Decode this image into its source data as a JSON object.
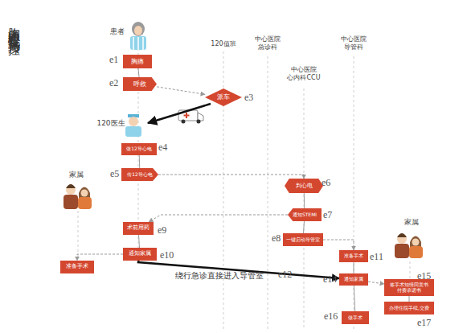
{
  "diagram": {
    "title": "胸痛中心流程优化与质控",
    "nodes": [
      {
        "text": [
          "胸痛"
        ]
      },
      {
        "text": [
          "呼救"
        ]
      },
      {
        "text": [
          "派车"
        ]
      },
      {
        "text": [
          "做12导心电"
        ]
      },
      {
        "text": [
          "传12导心电"
        ]
      },
      {
        "text": [
          "判心电"
        ]
      },
      {
        "text": [
          "通知STEMI"
        ]
      },
      {
        "text": [
          "一键启动导管室"
        ]
      },
      {
        "text": [
          "术前用药"
        ]
      },
      {
        "text": [
          "通知家属"
        ]
      },
      {
        "text": [
          "准备手术"
        ]
      },
      {
        "text": [
          "准备手术"
        ]
      },
      {
        "text": [
          "通知家属"
        ]
      },
      {
        "text": [
          "签手术知情同意书 付费承诺书"
        ]
      },
      {
        "text": [
          "办理住院手续,交费"
        ]
      },
      {
        "text": [
          "做手术"
        ]
      }
    ],
    "edges": [
      {
        "from": 0,
        "to": 1,
        "arrow": "none"
      },
      {
        "from": 1,
        "to": 2,
        "arrow": "to"
      },
      {
        "from": 3,
        "to": 4,
        "arrow": "none"
      },
      {
        "from": 4,
        "to": 5,
        "arrow": "to"
      },
      {
        "from": 5,
        "to": 6,
        "arrow": "none"
      },
      {
        "from": 6,
        "to": 8,
        "arrow": "to"
      },
      {
        "from": 6,
        "to": 7,
        "arrow": "none"
      },
      {
        "from": 7,
        "to": 11,
        "arrow": "to"
      },
      {
        "from": 8,
        "to": 9,
        "arrow": "none"
      },
      {
        "from": 9,
        "to": 10,
        "arrow": "to"
      },
      {
        "from": 11,
        "to": 12,
        "arrow": "none"
      },
      {
        "from": 12,
        "to": 13,
        "arrow": "to"
      },
      {
        "from": 13,
        "to": 14,
        "arrow": "none"
      },
      {
        "from": 12,
        "to": 15,
        "arrow": "none"
      },
      {
        "from": 9,
        "to": 12,
        "label": "绕行急诊直接进入导管室",
        "arrow": "to"
      }
    ],
    "labels": [
      "患者",
      "120值班",
      "中心医院 急诊科",
      "中心医院 心内科CCU",
      "中心医院 导管科",
      "120医生",
      "家属",
      "家属",
      "e1",
      "e2",
      "e3",
      "e4",
      "e5",
      "e6",
      "e7",
      "e8",
      "e9",
      "e10",
      "e11",
      "e12",
      "e14",
      "e15",
      "e16",
      "e17"
    ]
  }
}
